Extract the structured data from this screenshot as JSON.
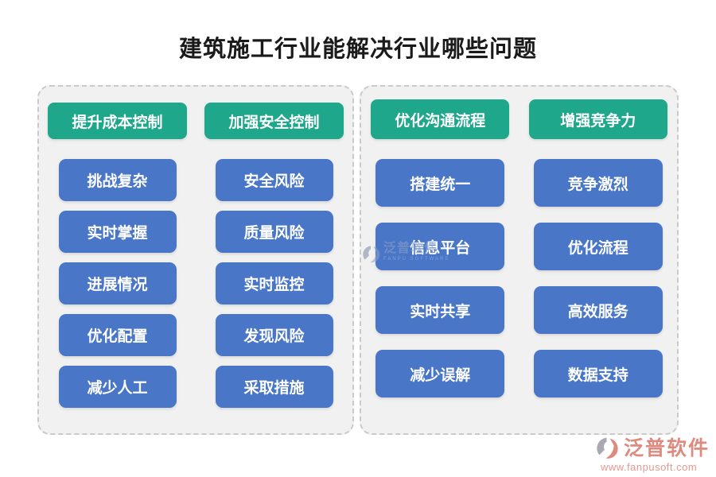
{
  "title": "建筑施工行业能解决行业哪些问题",
  "colors": {
    "header-green": "#1ea78a",
    "node-blue": "#4a76c8",
    "panel-bg": "#f0f1f0",
    "panel-border": "#c9cbca",
    "title-color": "#1a1a1a",
    "brand-coral": "#dd8a7f",
    "brand-coral-light": "#e49a90",
    "watermark-blue": "#8da2c4"
  },
  "panels": [
    {
      "columns": [
        {
          "header": "提升成本控制",
          "items": [
            "挑战复杂",
            "实时掌握",
            "进展情况",
            "优化配置",
            "减少人工"
          ]
        },
        {
          "header": "加强安全控制",
          "items": [
            "安全风险",
            "质量风险",
            "实时监控",
            "发现风险",
            "采取措施"
          ]
        }
      ]
    },
    {
      "columns": [
        {
          "header": "优化沟通流程",
          "items": [
            "搭建统一",
            "信息平台",
            "实时共享",
            "减少误解"
          ]
        },
        {
          "header": "增强竞争力",
          "items": [
            "竞争激烈",
            "优化流程",
            "高效服务",
            "数据支持"
          ]
        }
      ]
    }
  ],
  "watermark": {
    "text": "泛普软件",
    "subtext": "FANPU SOFTWARE"
  },
  "brand": {
    "name": "泛普软件",
    "url": "www.fanpusoft.com"
  }
}
